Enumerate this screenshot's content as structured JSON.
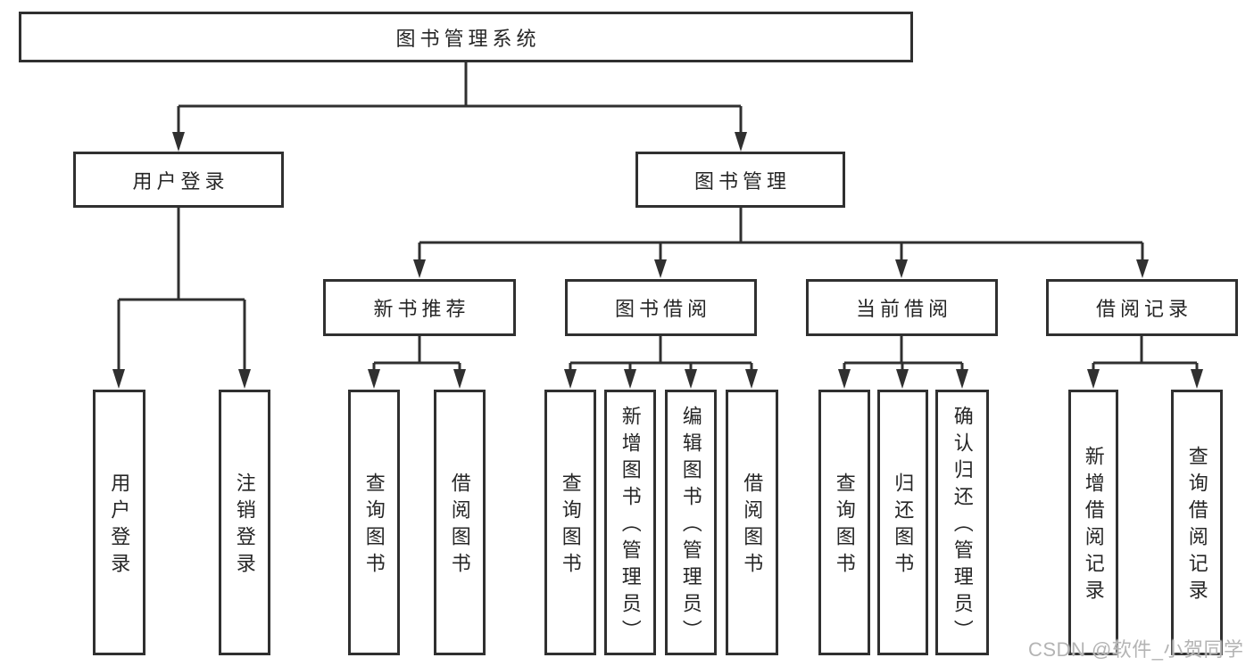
{
  "tree": {
    "label": "图书管理系统",
    "children": [
      {
        "label": "用户登录",
        "children": [
          {
            "label": "用户登录"
          },
          {
            "label": "注销登录"
          }
        ]
      },
      {
        "label": "图书管理",
        "children": [
          {
            "label": "新书推荐",
            "children": [
              {
                "label": "查询图书"
              },
              {
                "label": "借阅图书"
              }
            ]
          },
          {
            "label": "图书借阅",
            "children": [
              {
                "label": "查询图书"
              },
              {
                "label": "新增图书（管理员）"
              },
              {
                "label": "编辑图书（管理员）"
              },
              {
                "label": "借阅图书"
              }
            ]
          },
          {
            "label": "当前借阅",
            "children": [
              {
                "label": "查询图书"
              },
              {
                "label": "归还图书"
              },
              {
                "label": "确认归还（管理员）"
              }
            ]
          },
          {
            "label": "借阅记录",
            "children": [
              {
                "label": "新增借阅记录"
              },
              {
                "label": "查询借阅记录"
              }
            ]
          }
        ]
      }
    ]
  },
  "watermark": {
    "text": "CSDN @软件_小贺同学"
  },
  "colors": {
    "line": "#303030",
    "text": "#262626",
    "watermark": "#b4b4b4",
    "background": "#ffffff"
  }
}
